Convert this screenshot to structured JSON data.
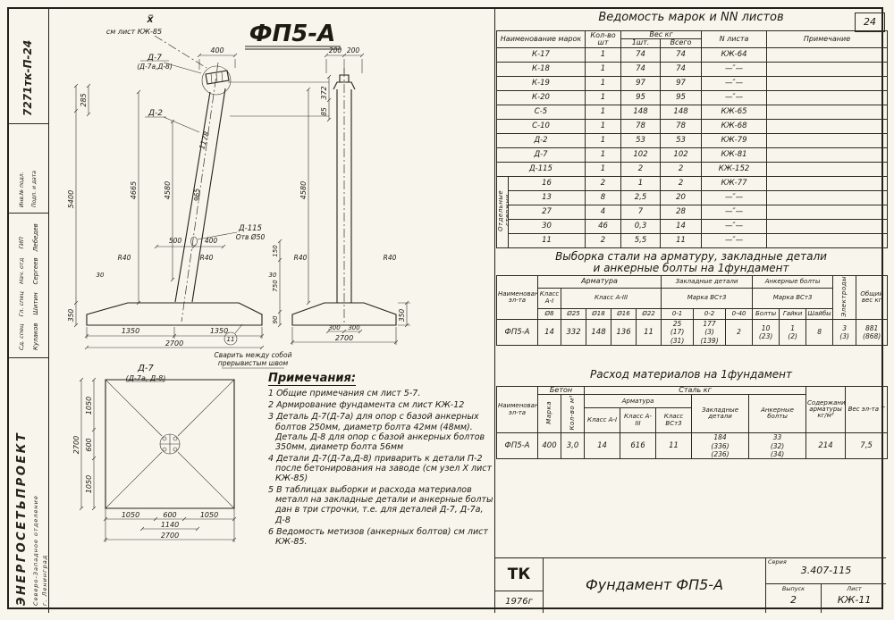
{
  "page": {
    "number": "24"
  },
  "sidebar": {
    "code": "7271тк-П-24",
    "inv_label": "Инв.№ подл.",
    "date_label": "Подп. и дата",
    "roles": "Сд. спец    Гл. спец    Нач. отд     ГИП",
    "names": "Кулаков    Шитин    Сергеев   Лебедев",
    "org": "ЭНЕРГОСЕТЬПРОЕКТ",
    "org_branch": "Северо-Западное отделение",
    "org_city": "г. Ленинград"
  },
  "drawing": {
    "labels": {
      "title": "ФП5-А",
      "node": "X̅",
      "see_sheet": "см лист КЖ-85",
      "d7": "Д-7",
      "d7_sub": "(Д-7а,Д-8)",
      "d2": "Д-2",
      "d115": "Д-115",
      "d115_hole": "Отв Ø50",
      "weld_num": "11",
      "weld_note1": "Сварить между собой",
      "weld_note2": "прерывистым швом",
      "plan_title": "Д-7",
      "plan_sub": "(Д-7а, Д-8)"
    },
    "dims": {
      "d400": "400",
      "d200": "200",
      "d285": "285",
      "d372": "372",
      "d85": "85",
      "d1178": "1178",
      "d4665": "4665",
      "d4580": "4580",
      "d5400": "5400",
      "d965": "965",
      "d500": "500",
      "d30": "30",
      "d350": "350",
      "d150": "150",
      "d750": "750",
      "d90": "90",
      "d1350": "1350",
      "d2700": "2700",
      "d300": "300",
      "d1050": "1050",
      "d600": "600",
      "d1140": "1140",
      "dR40": "R40"
    }
  },
  "notes": {
    "title": "Примечания:",
    "items": [
      "1 Общие примечания см лист 5-7.",
      "2 Армирование фундамента см лист КЖ-12",
      "3 Деталь Д-7(Д-7а) для опор с базой анкерных болтов 250мм, диаметр болта 42мм (48мм). Деталь Д-8 для опор с базой анкерных болтов 350мм, диаметр болта 56мм",
      "4 Детали Д-7(Д-7а,Д-8) приварить к детали П-2 после бетонирования на заводе (см узел X лист КЖ-85)",
      "5 В таблицах выборки и расхода материалов металл на закладные детали и анкерные болты дан в три строчки, т.е. для деталей Д-7, Д-7а, Д-8",
      "6 Ведомость метизов (анкерных болтов) см лист КЖ-85."
    ]
  },
  "vedomost": {
    "title": "Ведомость  марок и NN листов",
    "h_name": "Наименование марок",
    "h_qty": "Кол-во шт",
    "h_weight": "Вес  кг",
    "h_w1": "1шт.",
    "h_wtotal": "Всего",
    "h_sheet": "N листа",
    "h_note": "Примечание",
    "group_label": "Отдельные стержни",
    "rows": [
      {
        "name": "К-17",
        "qty": "1",
        "w1": "74",
        "wt": "74",
        "sheet": "КЖ-64",
        "note": ""
      },
      {
        "name": "К-18",
        "qty": "1",
        "w1": "74",
        "wt": "74",
        "sheet": "—″—",
        "note": ""
      },
      {
        "name": "К-19",
        "qty": "1",
        "w1": "97",
        "wt": "97",
        "sheet": "—″—",
        "note": ""
      },
      {
        "name": "К-20",
        "qty": "1",
        "w1": "95",
        "wt": "95",
        "sheet": "—″—",
        "note": ""
      },
      {
        "name": "С-5",
        "qty": "1",
        "w1": "148",
        "wt": "148",
        "sheet": "КЖ-65",
        "note": ""
      },
      {
        "name": "С-10",
        "qty": "1",
        "w1": "78",
        "wt": "78",
        "sheet": "КЖ-68",
        "note": ""
      },
      {
        "name": "Д-2",
        "qty": "1",
        "w1": "53",
        "wt": "53",
        "sheet": "КЖ-79",
        "note": ""
      },
      {
        "name": "Д-7",
        "qty": "1",
        "w1": "102",
        "wt": "102",
        "sheet": "КЖ-81",
        "note": ""
      },
      {
        "name": "Д-115",
        "qty": "1",
        "w1": "2",
        "wt": "2",
        "sheet": "КЖ-152",
        "note": ""
      },
      {
        "name": "16",
        "qty": "2",
        "w1": "1",
        "wt": "2",
        "sheet": "КЖ-77",
        "note": ""
      },
      {
        "name": "13",
        "qty": "8",
        "w1": "2,5",
        "wt": "20",
        "sheet": "—″—",
        "note": ""
      },
      {
        "name": "27",
        "qty": "4",
        "w1": "7",
        "wt": "28",
        "sheet": "—″—",
        "note": ""
      },
      {
        "name": "30",
        "qty": "46",
        "w1": "0,3",
        "wt": "14",
        "sheet": "—″—",
        "note": ""
      },
      {
        "name": "11",
        "qty": "2",
        "w1": "5,5",
        "wt": "11",
        "sheet": "—″—",
        "note": ""
      }
    ]
  },
  "vyborka": {
    "title1": "Выборка стали на арматуру, закладные детали",
    "title2": "и анкерные болты на 1фундамент",
    "h_name": "Наименование эл-та",
    "h_arm": "Арматура",
    "h_a1": "Класс А-I",
    "h_a3": "Класс А-III",
    "h_zakl": "Закладные детали",
    "h_zakl_m": "Марка ВСт3",
    "h_bolt": "Анкерные болты",
    "h_bolt_m": "Марка ВСт3",
    "h_el": "Электроды",
    "h_total": "Общий вес кг",
    "c_d8": "Ø8",
    "c_d25": "Ø25",
    "c_d18": "Ø18",
    "c_d16": "Ø16",
    "c_d22": "Ø22",
    "c_z1": "0-1",
    "c_z2": "0-2",
    "c_z3": "0-40",
    "c_b1": "Болты",
    "c_b2": "Гайки",
    "c_b3": "Шайбы",
    "row": {
      "name": "ФП5-А",
      "a8": "14",
      "a25": "332",
      "a18": "148",
      "a16": "136",
      "a22": "11",
      "z1": "25\n(17)\n(31)",
      "z2": "177\n(3)\n(139)",
      "z3": "2",
      "b1": "10\n(23)",
      "b2": "1\n(2)",
      "b3": "8",
      "el": "3\n(3)",
      "total": "881\n(868)"
    }
  },
  "rashod": {
    "title": "Расход  материалов  на 1фундамент",
    "h_name": "Наименование эл-та",
    "h_beton": "Бетон",
    "h_marka": "Марка",
    "h_vol": "Кол-во м³",
    "h_steel": "Сталь  кг",
    "h_arm": "Арматура",
    "h_a1": "Класс А-I",
    "h_a3": "Класс А-III",
    "h_vst": "Класс ВСт3",
    "h_zakl": "Закладные детали",
    "h_bolt": "Анкерные болты",
    "h_soder": "Содержание арматуры кг/м³",
    "h_ves": "Вес эл-та Т",
    "row": {
      "name": "ФП5-А",
      "marka": "400",
      "vol": "3,0",
      "a1": "14",
      "a3": "616",
      "vst": "11",
      "zakl": "184\n(336)\n(236)",
      "bolt": "33\n(32)\n(34)",
      "soder": "214",
      "ves": "7,5"
    }
  },
  "titleblock": {
    "org": "ТК",
    "year": "1976г",
    "title": "Фундамент  ФП5-А",
    "series_label": "Серия",
    "series": "3.407-115",
    "issue_label": "Выпуск",
    "issue": "2",
    "sheet_label": "Лист",
    "sheet": "КЖ-11"
  }
}
